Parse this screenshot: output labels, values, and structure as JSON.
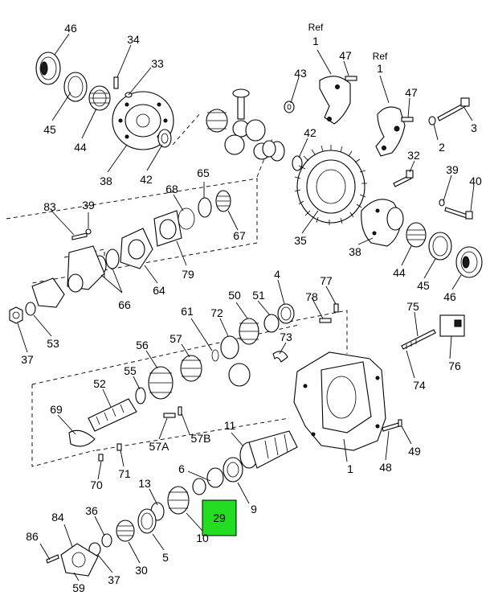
{
  "highlight": {
    "label": "29",
    "color": "#22dd22"
  },
  "ref_label": "Ref",
  "callouts": {
    "c46a": "46",
    "c34": "34",
    "c33": "33",
    "c45a": "45",
    "c44a": "44",
    "c38a": "38",
    "c42a": "42",
    "c43": "43",
    "c42b": "42",
    "cref1a": "1",
    "c47a": "47",
    "cref1b": "1",
    "c47b": "47",
    "c3": "3",
    "c2": "2",
    "c32": "32",
    "c39a": "39",
    "c40": "40",
    "c35": "35",
    "c38b": "38",
    "c44b": "44",
    "c45b": "45",
    "c46b": "46",
    "c68": "68",
    "c65": "65",
    "c67": "67",
    "c79": "79",
    "c64": "64",
    "c66": "66",
    "c83": "83",
    "c39b": "39",
    "c37a": "37",
    "c53": "53",
    "c4": "4",
    "c50": "50",
    "c51": "51",
    "c72": "72",
    "c61": "61",
    "c73": "73",
    "c78": "78",
    "c77": "77",
    "c75": "75",
    "c74": "74",
    "c76": "76",
    "c57": "57",
    "c56": "56",
    "c55": "55",
    "c52": "52",
    "c69": "69",
    "c57a": "57A",
    "c57b": "57B",
    "c71": "71",
    "c70": "70",
    "c11": "11",
    "c1": "1",
    "c49": "49",
    "c48": "48",
    "c6": "6",
    "c9": "9",
    "c13": "13",
    "c10": "10",
    "c36": "36",
    "c84": "84",
    "c86": "86",
    "c59": "59",
    "c37b": "37",
    "c30": "30",
    "c5": "5"
  }
}
